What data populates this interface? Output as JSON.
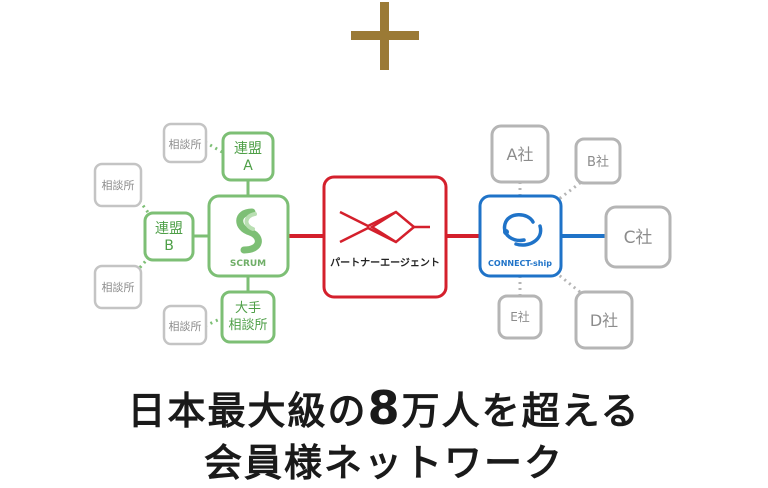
{
  "colors": {
    "gold": "#9b7a35",
    "green": "#7dbf75",
    "red": "#d4202c",
    "blue": "#1f73c8",
    "gray": "#b5b5b5",
    "gray_text": "#8c8c8c"
  },
  "icons": [
    "plus-icon",
    "scrum-logo-icon",
    "partner-agent-logo-icon",
    "connect-ship-logo-icon"
  ],
  "scrum": {
    "brand_label": "SCRUM",
    "nodes": {
      "rengo_a": "連盟\nA",
      "rengo_b": "連盟\nB",
      "ote": "大手\n相談所"
    },
    "sodanjo_label": "相談所"
  },
  "partner_agent": {
    "label": "パートナーエージェント"
  },
  "connect_ship": {
    "brand_label": "CONNECT-ship",
    "companies": {
      "a": "A社",
      "b": "B社",
      "c": "C社",
      "d": "D社",
      "e": "E社"
    }
  },
  "headline": {
    "line1_pre": "日本最大級の",
    "line1_num": "8",
    "line1_post": "万人を超える",
    "line2": "会員様ネットワーク"
  }
}
